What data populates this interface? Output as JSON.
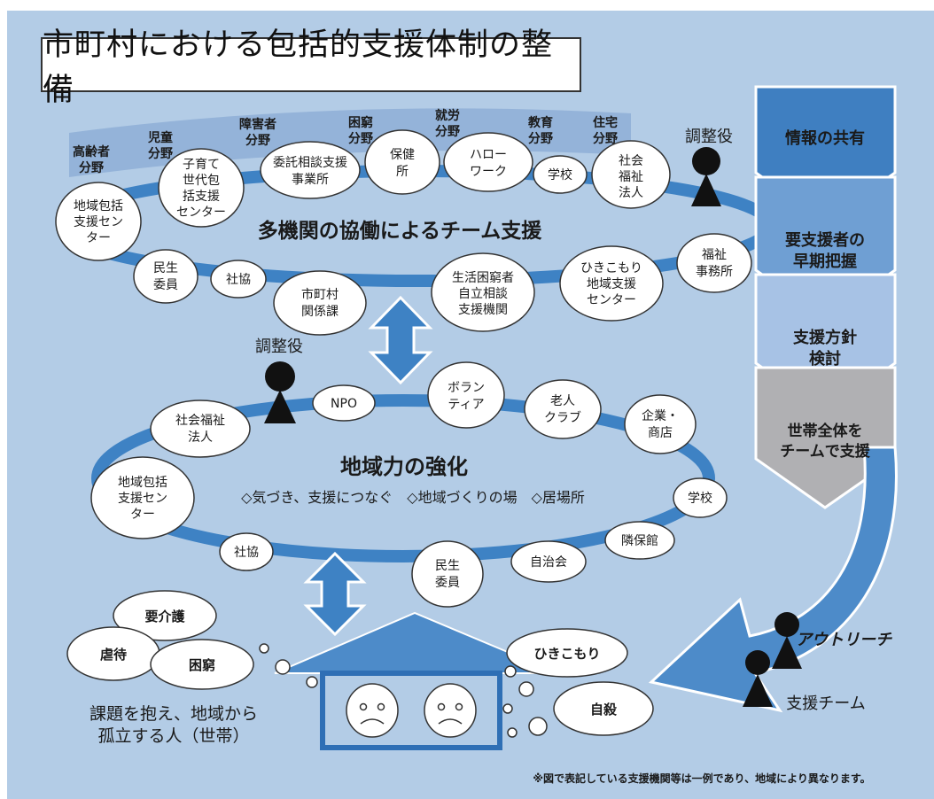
{
  "title": "市町村における包括的支援体制の整備",
  "upper": {
    "heading": "多機関の協働によるチーム支援",
    "coordinator": "調整役",
    "fields": [
      {
        "l1": "高齢者",
        "l2": "分野"
      },
      {
        "l1": "児童",
        "l2": "分野"
      },
      {
        "l1": "障害者",
        "l2": "分野"
      },
      {
        "l1": "困窮",
        "l2": "分野"
      },
      {
        "l1": "就労",
        "l2": "分野"
      },
      {
        "l1": "教育",
        "l2": "分野"
      },
      {
        "l1": "住宅",
        "l2": "分野"
      }
    ],
    "orgs": [
      [
        "地域包括",
        "支援セン",
        "ター"
      ],
      [
        "子育て",
        "世代包",
        "括支援",
        "センター"
      ],
      [
        "委託相談支援",
        "事業所"
      ],
      [
        "保健",
        "所"
      ],
      [
        "ハロー",
        "ワーク"
      ],
      [
        "学校"
      ],
      [
        "社会",
        "福祉",
        "法人"
      ],
      [
        "福祉",
        "事務所"
      ],
      [
        "民生",
        "委員"
      ],
      [
        "社協"
      ],
      [
        "市町村",
        "関係課"
      ],
      [
        "生活困窮者",
        "自立相談",
        "支援機関"
      ],
      [
        "ひきこもり",
        "地域支援",
        "センター"
      ]
    ]
  },
  "lower": {
    "heading": "地域力の強化",
    "subtitle": "◇気づき、支援につなぐ　◇地域づくりの場　◇居場所",
    "coordinator": "調整役",
    "orgs": [
      [
        "NPO"
      ],
      [
        "ボラン",
        "ティア"
      ],
      [
        "老人",
        "クラブ"
      ],
      [
        "企業・",
        "商店"
      ],
      [
        "社会福祉",
        "法人"
      ],
      [
        "地域包括",
        "支援セン",
        "ター"
      ],
      [
        "学校"
      ],
      [
        "隣保館"
      ],
      [
        "自治会"
      ],
      [
        "民生",
        "委員"
      ],
      [
        "社協"
      ]
    ]
  },
  "steps": [
    [
      "情報の共有"
    ],
    [
      "要支援者の",
      "早期把握"
    ],
    [
      "支援方針",
      "検討"
    ],
    [
      "世帯全体を",
      "チームで支援"
    ]
  ],
  "problems": [
    "要介護",
    "虐待",
    "困窮",
    "ひきこもり",
    "自殺"
  ],
  "isolated_label": [
    "課題を抱え、地域から",
    "孤立する人（世帯）"
  ],
  "outreach": "アウトリーチ",
  "support_team": "支援チーム",
  "footnote": "※図で表記している支援機関等は一例であり、地域により異なります。",
  "colors": {
    "background": "#b3cce6",
    "ring": "#3e82c4",
    "dark_blue": "#3f7fc1",
    "mid_blue": "#6f9fd3",
    "light_blue": "#a7c2e5",
    "gray": "#b0b0b3"
  },
  "icons": [
    "person-icon",
    "double-arrow-icon",
    "house-icon",
    "sad-face-icon",
    "thought-cloud-icon"
  ]
}
